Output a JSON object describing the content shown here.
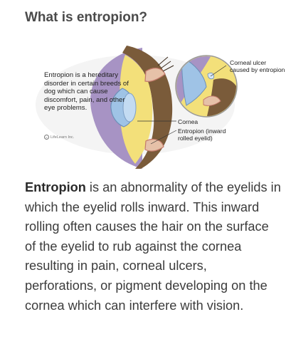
{
  "title": "What is entropion?",
  "figure": {
    "description_text": "Entropion is a hereditary disorder in certain breeds of dog which can cause discomfort, pain, and other eye problems.",
    "credit": "LifeLearn Inc.",
    "labels": {
      "cornea": "Cornea",
      "entropion": "Entropion (inward rolled eyelid)",
      "corneal_ulcer": "Corneal ulcer caused by entropion"
    }
  },
  "paragraph": {
    "term": "Entropion",
    "text": " is an abnormality of the eyelids in which the eyelid rolls inward. This inward rolling often causes the hair on the surface of the eyelid to rub against the cornea resulting in pain, corneal ulcers, perforations, or pigment developing on the cornea which can interfere with vision."
  }
}
